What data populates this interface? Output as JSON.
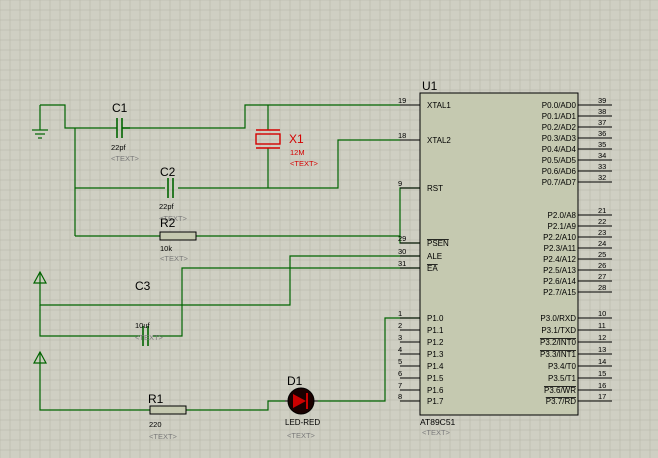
{
  "schematic": {
    "background_color": "#cfcfc3",
    "grid_color": "#b6b6a8",
    "wire_color": "#006400",
    "body_fill": "#c5c9b0",
    "text_color": "#000000",
    "placeholder_color": "#7a7a7a",
    "crystal_color": "#d40000",
    "led_color": "#7a0000"
  },
  "components": {
    "u1": {
      "ref": "U1",
      "part": "AT89C51",
      "placeholder": "<TEXT>",
      "pins_left": [
        {
          "num": "19",
          "name": "XTAL1"
        },
        {
          "num": "18",
          "name": "XTAL2"
        },
        {
          "num": "9",
          "name": "RST"
        },
        {
          "num": "29",
          "name": "PSEN"
        },
        {
          "num": "30",
          "name": "ALE"
        },
        {
          "num": "31",
          "name": "EA"
        },
        {
          "num": "1",
          "name": "P1.0"
        },
        {
          "num": "2",
          "name": "P1.1"
        },
        {
          "num": "3",
          "name": "P1.2"
        },
        {
          "num": "4",
          "name": "P1.3"
        },
        {
          "num": "5",
          "name": "P1.4"
        },
        {
          "num": "6",
          "name": "P1.5"
        },
        {
          "num": "7",
          "name": "P1.6"
        },
        {
          "num": "8",
          "name": "P1.7"
        }
      ],
      "pins_right": [
        {
          "num": "39",
          "name": "P0.0/AD0"
        },
        {
          "num": "38",
          "name": "P0.1/AD1"
        },
        {
          "num": "37",
          "name": "P0.2/AD2"
        },
        {
          "num": "36",
          "name": "P0.3/AD3"
        },
        {
          "num": "35",
          "name": "P0.4/AD4"
        },
        {
          "num": "34",
          "name": "P0.5/AD5"
        },
        {
          "num": "33",
          "name": "P0.6/AD6"
        },
        {
          "num": "32",
          "name": "P0.7/AD7"
        },
        {
          "num": "21",
          "name": "P2.0/A8"
        },
        {
          "num": "22",
          "name": "P2.1/A9"
        },
        {
          "num": "23",
          "name": "P2.2/A10"
        },
        {
          "num": "24",
          "name": "P2.3/A11"
        },
        {
          "num": "25",
          "name": "P2.4/A12"
        },
        {
          "num": "26",
          "name": "P2.5/A13"
        },
        {
          "num": "27",
          "name": "P2.6/A14"
        },
        {
          "num": "28",
          "name": "P2.7/A15"
        },
        {
          "num": "10",
          "name": "P3.0/RXD"
        },
        {
          "num": "11",
          "name": "P3.1/TXD"
        },
        {
          "num": "12",
          "name": "P3.2/INT0"
        },
        {
          "num": "13",
          "name": "P3.3/INT1"
        },
        {
          "num": "14",
          "name": "P3.4/T0"
        },
        {
          "num": "15",
          "name": "P3.5/T1"
        },
        {
          "num": "16",
          "name": "P3.6/WR"
        },
        {
          "num": "17",
          "name": "P3.7/RD"
        }
      ]
    },
    "c1": {
      "ref": "C1",
      "value": "22pf",
      "placeholder": "<TEXT>"
    },
    "c2": {
      "ref": "C2",
      "value": "22pf",
      "placeholder": "<TEXT>"
    },
    "c3": {
      "ref": "C3",
      "value": "10uf",
      "placeholder": "<TEXT>"
    },
    "r1": {
      "ref": "R1",
      "value": "220",
      "placeholder": "<TEXT>"
    },
    "r2": {
      "ref": "R2",
      "value": "10k",
      "placeholder": "<TEXT>"
    },
    "x1": {
      "ref": "X1",
      "value": "12M",
      "placeholder": "<TEXT>"
    },
    "d1": {
      "ref": "D1",
      "value": "LED-RED",
      "placeholder": "<TEXT>"
    }
  }
}
